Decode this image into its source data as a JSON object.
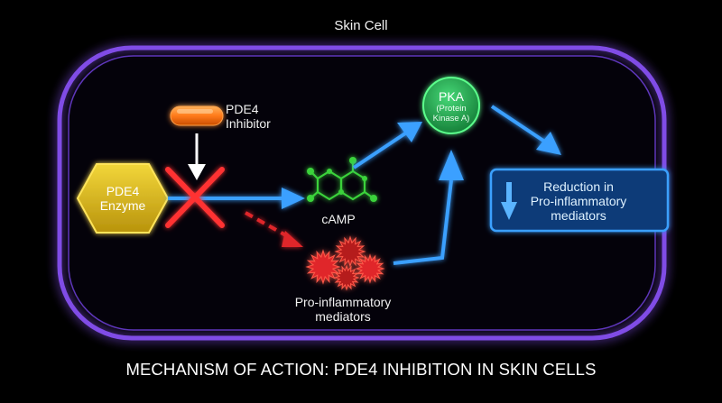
{
  "diagram": {
    "cell_title": "Skin Cell",
    "enzyme_label": "PDE4\nEnzyme",
    "inhibitor_label": "PDE4\nInhibitor",
    "camp_label": "cAMP",
    "pka_label": "PKA",
    "pka_sublabel": "(Protein\nKinase A)",
    "reduction_label": "Reduction in\nPro-inflammatory\nmediators",
    "mediators_label": "Pro-inflammatory\nmediators",
    "main_title": "MECHANISM OF ACTION: PDE4 INHIBITION IN SKIN CELLS"
  },
  "colors": {
    "cell_border": "#8e55ff",
    "enzyme_fill": "#e5c51a",
    "inhibitor_pill": "#ff7a1a",
    "x_mark": "#ff3333",
    "arrow_blue": "#3aa0ff",
    "molecule": "#3bd23b",
    "pka_fill": "#1f9e4a",
    "mediators_red": "#e0282a",
    "reduction_fill": "#0b3b78"
  }
}
